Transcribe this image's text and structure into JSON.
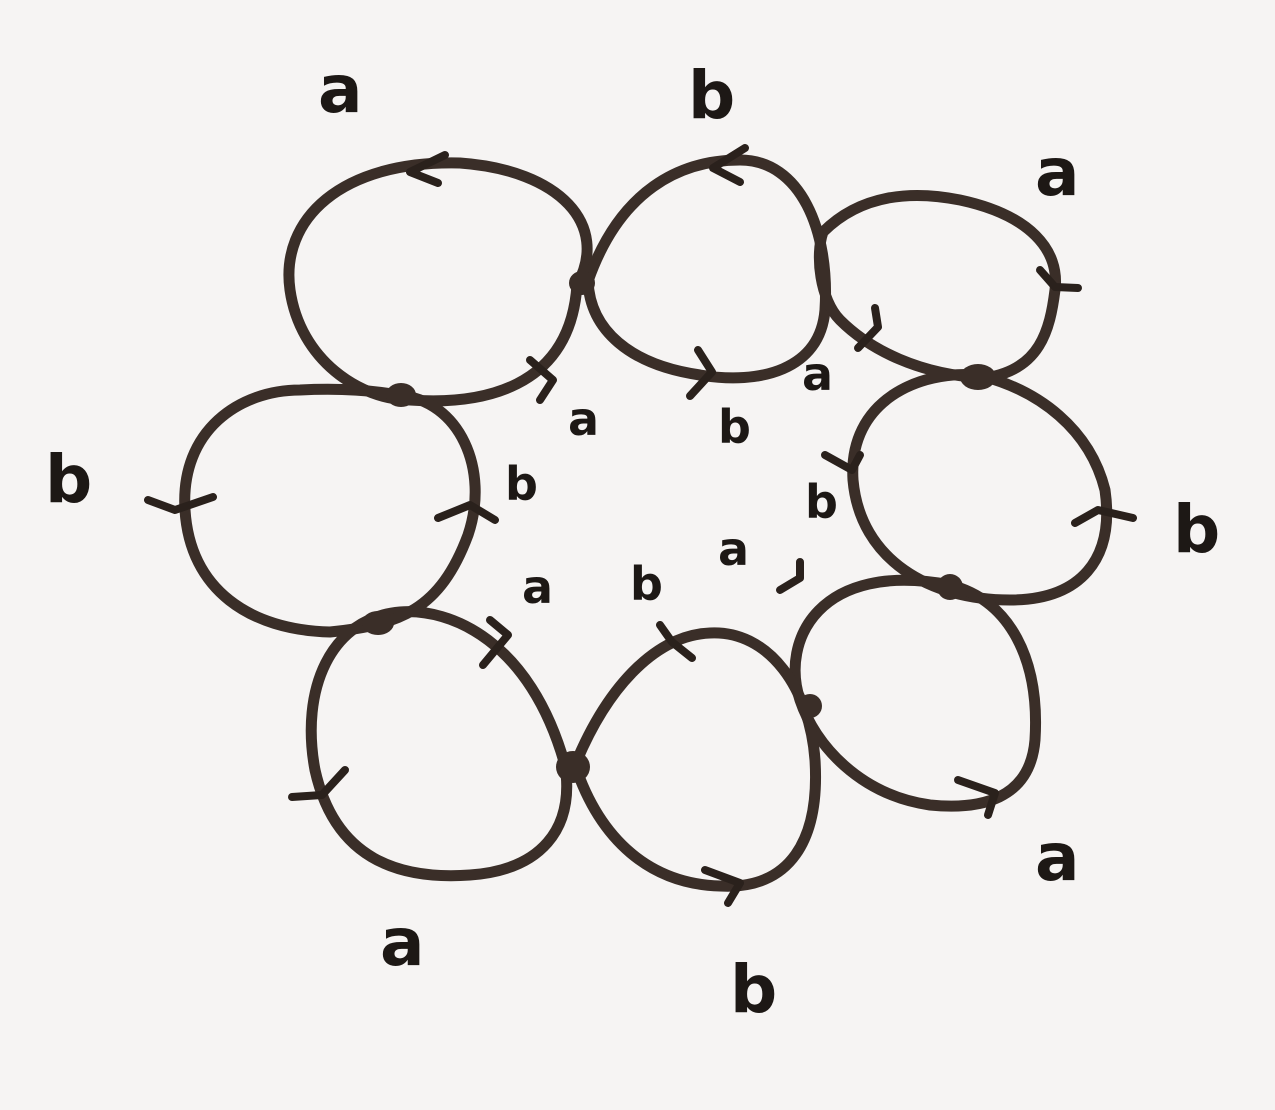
{
  "colors": {
    "ink": "#3a2e28",
    "paper": "#f6f4f3"
  },
  "outer_labels": [
    "a",
    "b",
    "a",
    "b",
    "a",
    "b",
    "a",
    "b"
  ],
  "inner_labels": [
    "a",
    "b",
    "a",
    "b",
    "a",
    "b",
    "a",
    "b"
  ]
}
